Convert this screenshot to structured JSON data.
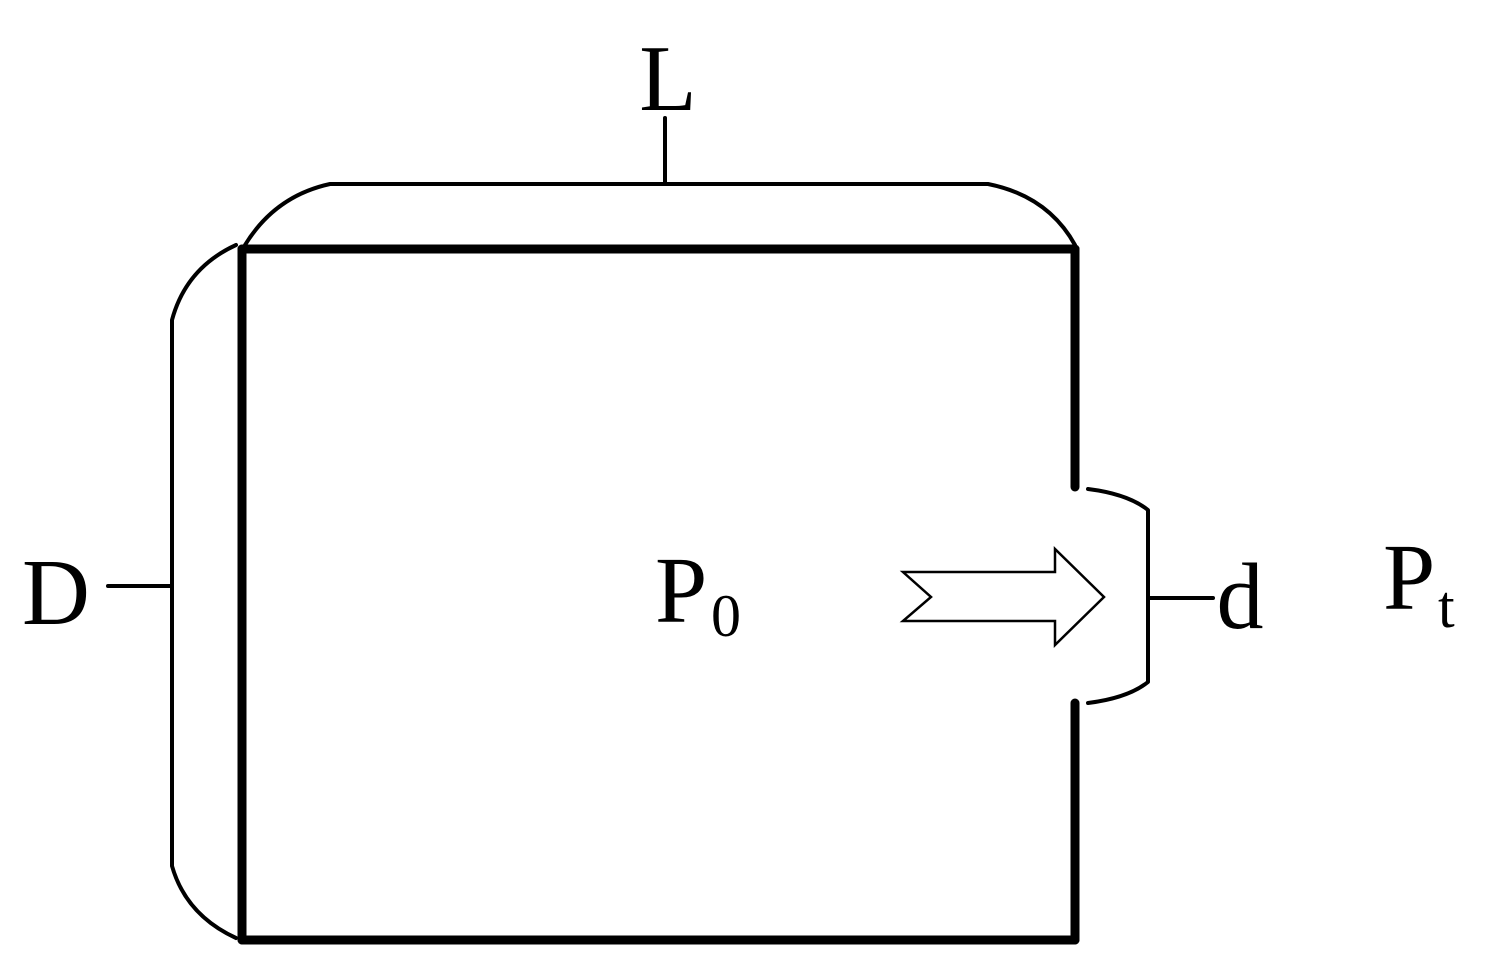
{
  "labels": {
    "length": "L",
    "diameter": "D",
    "orifice_diameter": "d",
    "inner_pressure_base": "P",
    "inner_pressure_subscript": "0",
    "outer_pressure_base": "P",
    "outer_pressure_subscript": "t"
  },
  "colors": {
    "line": "#000000",
    "background": "#ffffff"
  },
  "icons": {
    "flow_arrow": "outflow-arrow-icon"
  }
}
